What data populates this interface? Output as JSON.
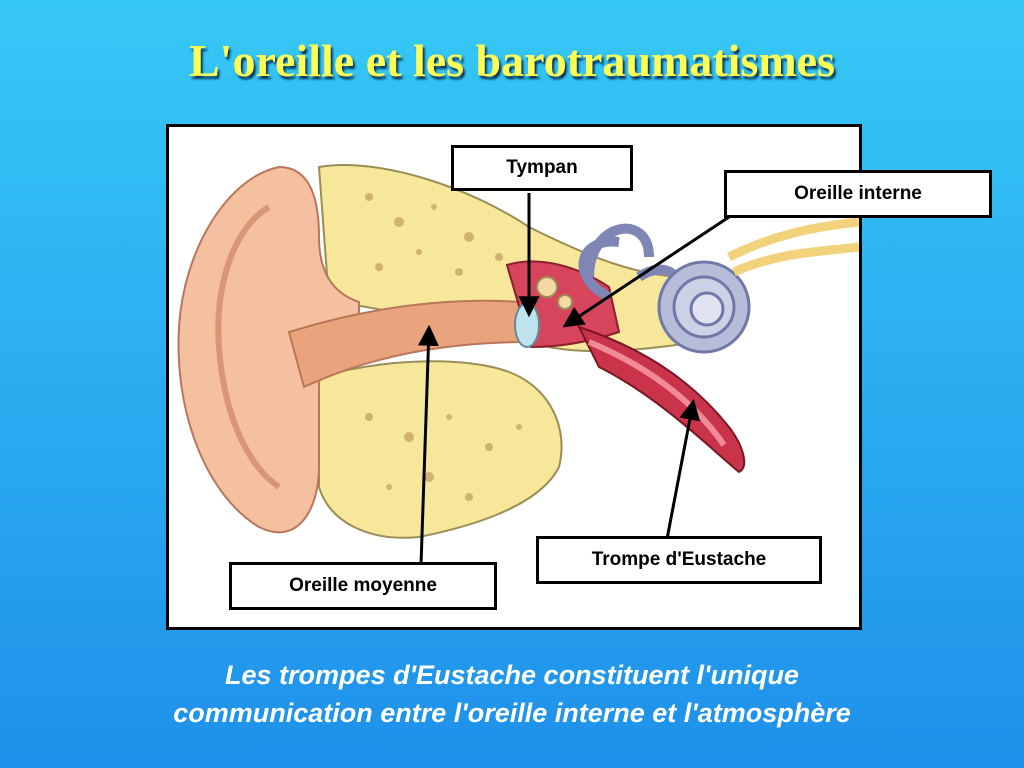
{
  "slide": {
    "title": "L'oreille et les barotraumatismes",
    "caption_lines": [
      "Les trompes d'Eustache constituent l'unique",
      "communication entre l'oreille interne et l'atmosphère"
    ]
  },
  "diagram": {
    "labels": {
      "tympan": "Tympan",
      "oreille_interne": "Oreille interne",
      "oreille_moyenne": "Oreille moyenne",
      "trompe_eustache": "Trompe d'Eustache"
    }
  },
  "colors": {
    "background": "#2aaaf0",
    "title": "#ffff55",
    "caption": "#ffffff",
    "skin": "#f5c0a0",
    "bone": "#f6e79a",
    "canal": "#e9a37d",
    "tube": "#c9344a",
    "cochlea": "#b7bdd8"
  }
}
